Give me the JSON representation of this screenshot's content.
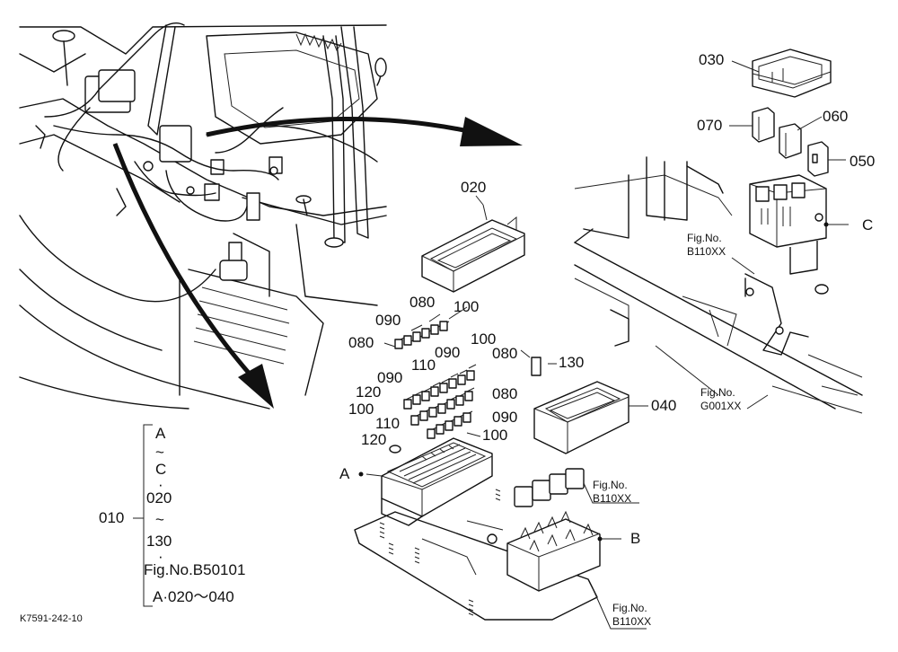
{
  "callouts": {
    "c010": "010",
    "c020": "020",
    "c030": "030",
    "c040": "040",
    "c050": "050",
    "c060": "060",
    "c070": "070",
    "c080a": "080",
    "c080b": "080",
    "c080c": "080",
    "c080d": "080",
    "c090a": "090",
    "c090b": "090",
    "c090c": "090",
    "c090d": "090",
    "c100a": "100",
    "c100b": "100",
    "c100c": "100",
    "c100d": "100",
    "c110a": "110",
    "c110b": "110",
    "c120a": "120",
    "c120b": "120",
    "c130": "130",
    "cA": "A",
    "cB": "B",
    "cC": "C"
  },
  "fig_refs": {
    "b110_top": [
      "Fig.No.",
      "B110XX"
    ],
    "g001": [
      "Fig.No.",
      "G001XX"
    ],
    "b110_mid": [
      "Fig.No.",
      "B110XX"
    ],
    "b110_bot": [
      "Fig.No.",
      "B110XX"
    ]
  },
  "legend": {
    "line1": "A",
    "tilde1": "~",
    "line2": "C",
    "dot1": "·",
    "line3": "020",
    "tilde2": "~",
    "line4": "130",
    "dot2": "·",
    "line5": "Fig.No.B50101",
    "line6": "A·020～040"
  },
  "drawing_ref": "K7591-242-10"
}
